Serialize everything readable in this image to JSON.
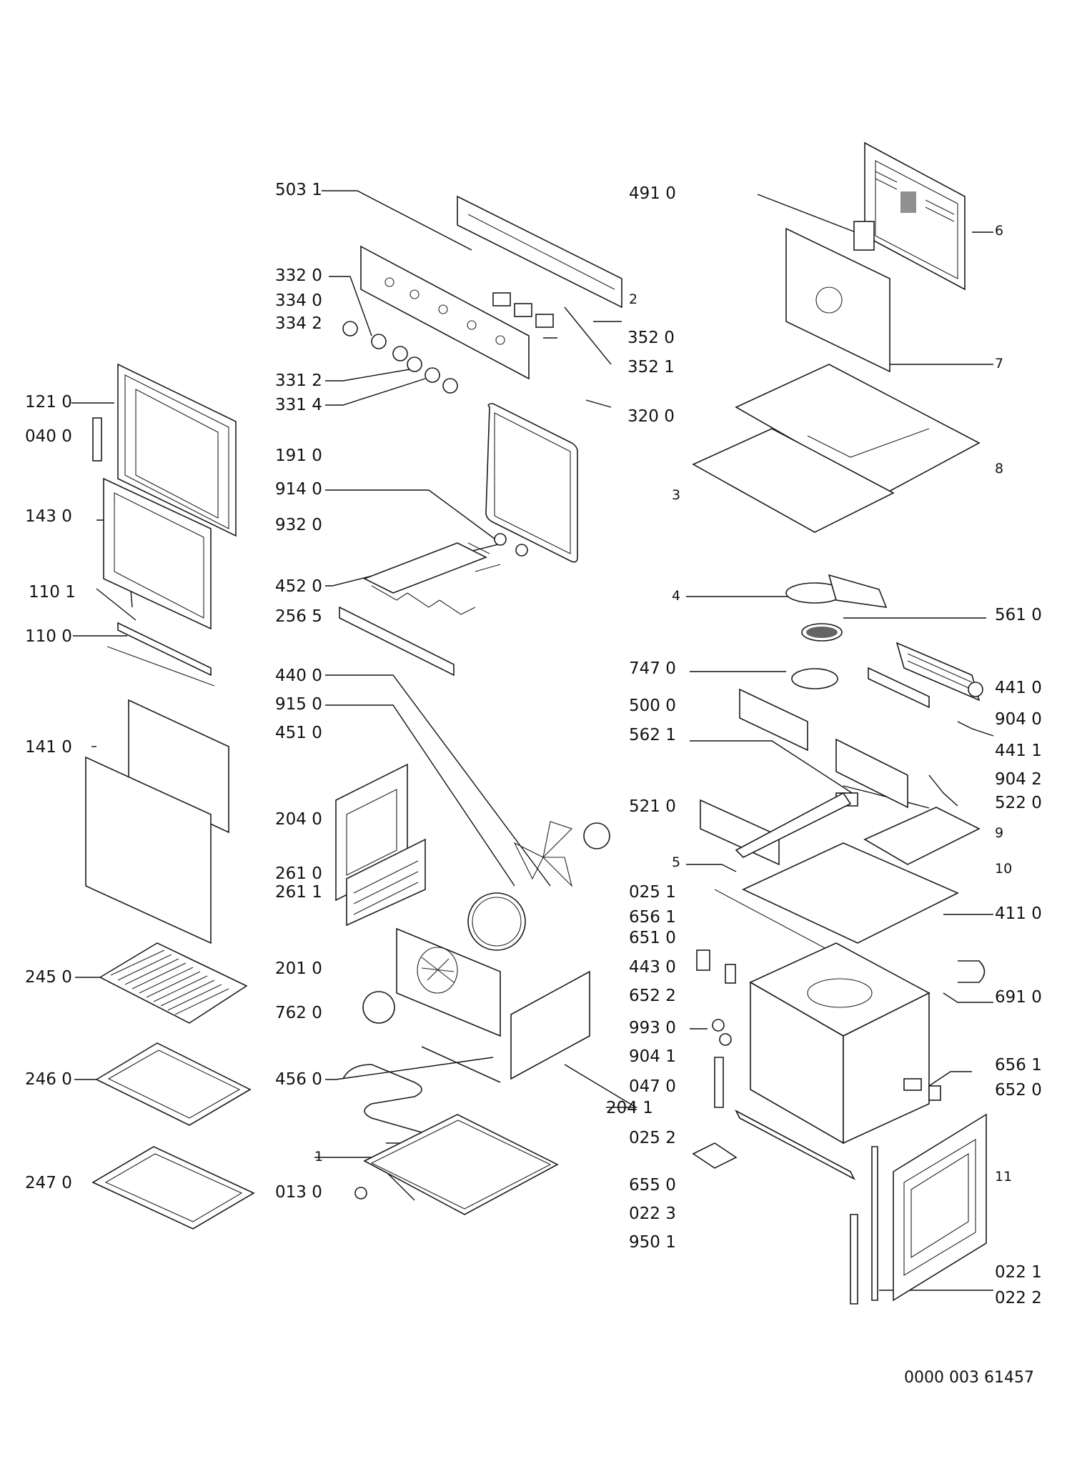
{
  "diagram": {
    "labels": [
      {
        "id": "503-1",
        "text": "503 1"
      },
      {
        "id": "491-0",
        "text": "491 0"
      },
      {
        "id": "6",
        "text": "6"
      },
      {
        "id": "332-0",
        "text": "332 0"
      },
      {
        "id": "334-0",
        "text": "334 0"
      },
      {
        "id": "334-2",
        "text": "334 2"
      },
      {
        "id": "2",
        "text": "2"
      },
      {
        "id": "352-0",
        "text": "352 0"
      },
      {
        "id": "352-1",
        "text": "352 1"
      },
      {
        "id": "331-2",
        "text": "331 2"
      },
      {
        "id": "331-4",
        "text": "331 4"
      },
      {
        "id": "7",
        "text": "7"
      },
      {
        "id": "320-0",
        "text": "320 0"
      },
      {
        "id": "121-0",
        "text": "121 0"
      },
      {
        "id": "040-0",
        "text": "040 0"
      },
      {
        "id": "191-0",
        "text": "191 0"
      },
      {
        "id": "914-0",
        "text": "914 0"
      },
      {
        "id": "8",
        "text": "8"
      },
      {
        "id": "3",
        "text": "3"
      },
      {
        "id": "143-0",
        "text": "143 0"
      },
      {
        "id": "932-0",
        "text": "932 0"
      },
      {
        "id": "110-1",
        "text": "110 1"
      },
      {
        "id": "452-0",
        "text": "452 0"
      },
      {
        "id": "4",
        "text": "4"
      },
      {
        "id": "256-5",
        "text": "256 5"
      },
      {
        "id": "561-0",
        "text": "561 0"
      },
      {
        "id": "110-0",
        "text": "110 0"
      },
      {
        "id": "440-0",
        "text": "440 0"
      },
      {
        "id": "747-0",
        "text": "747 0"
      },
      {
        "id": "441-0",
        "text": "441 0"
      },
      {
        "id": "915-0",
        "text": "915 0"
      },
      {
        "id": "500-0",
        "text": "500 0"
      },
      {
        "id": "904-0",
        "text": "904 0"
      },
      {
        "id": "451-0",
        "text": "451 0"
      },
      {
        "id": "562-1",
        "text": "562 1"
      },
      {
        "id": "441-1",
        "text": "441 1"
      },
      {
        "id": "141-0",
        "text": "141 0"
      },
      {
        "id": "904-2",
        "text": "904 2"
      },
      {
        "id": "521-0",
        "text": "521 0"
      },
      {
        "id": "522-0",
        "text": "522 0"
      },
      {
        "id": "204-0",
        "text": "204 0"
      },
      {
        "id": "9",
        "text": "9"
      },
      {
        "id": "5",
        "text": "5"
      },
      {
        "id": "10",
        "text": "10"
      },
      {
        "id": "261-0",
        "text": "261 0"
      },
      {
        "id": "261-1",
        "text": "261 1"
      },
      {
        "id": "025-1",
        "text": "025 1"
      },
      {
        "id": "656-1a",
        "text": "656 1"
      },
      {
        "id": "411-0",
        "text": "411 0"
      },
      {
        "id": "651-0",
        "text": "651 0"
      },
      {
        "id": "245-0",
        "text": "245 0"
      },
      {
        "id": "201-0",
        "text": "201 0"
      },
      {
        "id": "443-0",
        "text": "443 0"
      },
      {
        "id": "652-2",
        "text": "652 2"
      },
      {
        "id": "691-0",
        "text": "691 0"
      },
      {
        "id": "762-0",
        "text": "762 0"
      },
      {
        "id": "993-0",
        "text": "993 0"
      },
      {
        "id": "904-1",
        "text": "904 1"
      },
      {
        "id": "656-1b",
        "text": "656 1"
      },
      {
        "id": "246-0",
        "text": "246 0"
      },
      {
        "id": "456-0",
        "text": "456 0"
      },
      {
        "id": "047-0",
        "text": "047 0"
      },
      {
        "id": "652-0",
        "text": "652 0"
      },
      {
        "id": "204-1",
        "text": "204 1"
      },
      {
        "id": "025-2",
        "text": "025 2"
      },
      {
        "id": "1",
        "text": "1"
      },
      {
        "id": "11",
        "text": "11"
      },
      {
        "id": "247-0",
        "text": "247 0"
      },
      {
        "id": "013-0",
        "text": "013 0"
      },
      {
        "id": "655-0",
        "text": "655 0"
      },
      {
        "id": "022-3",
        "text": "022 3"
      },
      {
        "id": "950-1",
        "text": "950 1"
      },
      {
        "id": "022-1",
        "text": "022 1"
      },
      {
        "id": "022-2",
        "text": "022 2"
      }
    ],
    "footer_code": "0000 003 61457"
  }
}
